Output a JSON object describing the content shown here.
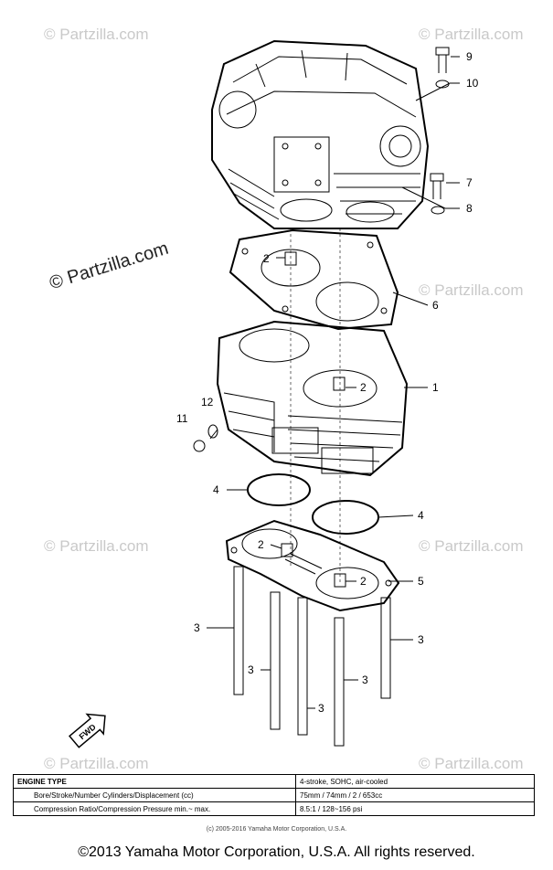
{
  "watermark": "© Partzilla.com",
  "callouts": {
    "c1": "1",
    "c2": "2",
    "c3": "3",
    "c4": "4",
    "c5": "5",
    "c6": "6",
    "c7": "7",
    "c8": "8",
    "c9": "9",
    "c10": "10",
    "c11": "11",
    "c12": "12"
  },
  "front_arrow_label": "FWD",
  "spec_table": {
    "rows": [
      {
        "label": "ENGINE TYPE",
        "value": "4-stroke, SOHC, air-cooled"
      },
      {
        "label": "Bore/Stroke/Number Cylinders/Displacement (cc)",
        "value": "75mm / 74mm / 2 / 653cc"
      },
      {
        "label": "Compression Ratio/Compression Pressure  min.~ max.",
        "value": "8.5:1 / 128~156 psi"
      }
    ]
  },
  "small_copyright": "(c) 2005-2016 Yamaha Motor Corporation, U.S.A.",
  "footer": "©2013 Yamaha Motor Corporation, U.S.A. All rights reserved."
}
